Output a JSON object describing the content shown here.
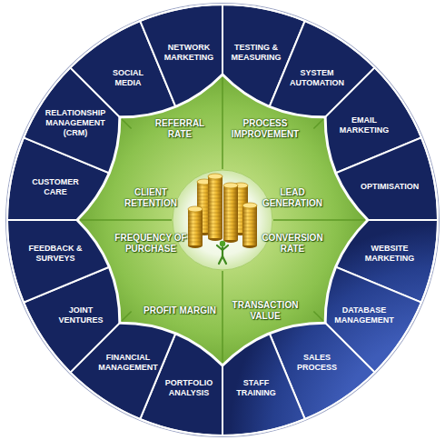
{
  "diagram": {
    "nodes": [
      {
        "text": [
          "TESTING & MEASURING"
        ]
      },
      {
        "text": [
          "SYSTEM AUTOMATION"
        ]
      },
      {
        "text": [
          "EMAIL MARKETING"
        ]
      },
      {
        "text": [
          "OPTIMISATION"
        ]
      },
      {
        "text": [
          "WEBSITE MARKETING"
        ]
      },
      {
        "text": [
          "DATABASE MANAGEMENT"
        ]
      },
      {
        "text": [
          "SALES PROCESS"
        ]
      },
      {
        "text": [
          "STAFF TRAINING"
        ]
      },
      {
        "text": [
          "PORTFOLIO ANALYSIS"
        ]
      },
      {
        "text": [
          "FINANCIAL MANAGEMENT"
        ]
      },
      {
        "text": [
          "JOINT VENTURES"
        ]
      },
      {
        "text": [
          "FEEDBACK & SURVEYS"
        ]
      },
      {
        "text": [
          "CUSTOMER CARE"
        ]
      },
      {
        "text": [
          "RELATIONSHIP MANAGEMENT (CRM)"
        ]
      },
      {
        "text": [
          "SOCIAL MEDIA"
        ]
      },
      {
        "text": [
          "NETWORK MARKETING"
        ]
      },
      {
        "text": [
          "PROCESS IMPROVEMENT"
        ]
      },
      {
        "text": [
          "LEAD GENERATION"
        ]
      },
      {
        "text": [
          "CONVERSION RATE"
        ]
      },
      {
        "text": [
          "TRANSACTION VALUE"
        ]
      },
      {
        "text": [
          "PROFIT MARGIN"
        ]
      },
      {
        "text": [
          "FREQUENCY OF PURCHASE"
        ]
      },
      {
        "text": [
          "CLIENT RETENTION"
        ]
      },
      {
        "text": [
          "REFERRAL RATE"
        ]
      }
    ]
  }
}
